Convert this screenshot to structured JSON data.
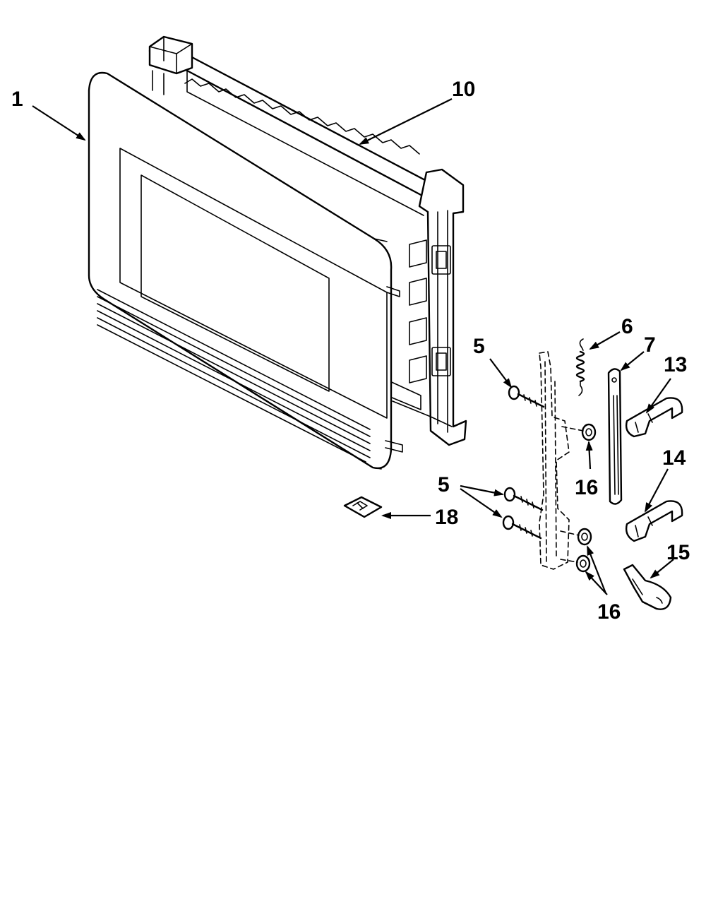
{
  "diagram": {
    "ink_color": "#000000",
    "background_color": "#ffffff",
    "callouts": {
      "door_panel": "1",
      "door_frame": "10",
      "screw_upper": "5",
      "screws_lower": "5",
      "spring": "6",
      "latch_bar": "7",
      "latch_13": "13",
      "latch_14": "14",
      "latch_15": "15",
      "washer_upper": "16",
      "washers_lower": "16",
      "hinge_18": "18"
    }
  }
}
